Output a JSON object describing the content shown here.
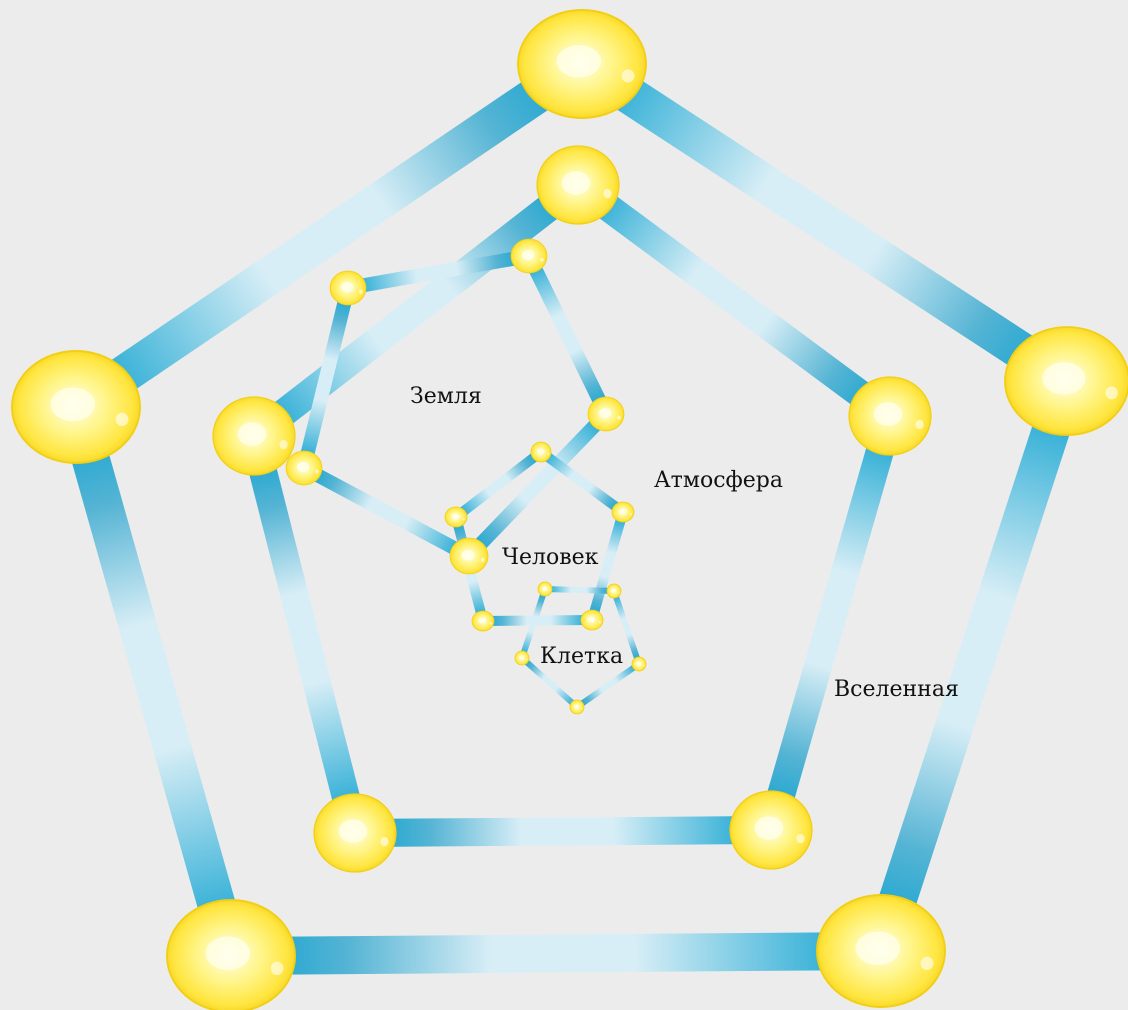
{
  "diagram": {
    "labels": {
      "zemlya": "Земля",
      "atmosfera": "Атмосфера",
      "chelovek": "Человек",
      "kletka": "Клетка",
      "vselennaya": "Вселенная"
    },
    "colors": {
      "background": "#ececec",
      "bar_dark": "#0aa0cf",
      "bar_light": "#d8eef6",
      "node_center": "#ffffee",
      "node_mid": "#ffee55",
      "node_edge": "#f2cf15"
    },
    "structure": [
      "Вселенная",
      "Атмосфера",
      "Земля",
      "Человек",
      "Клетка"
    ]
  }
}
